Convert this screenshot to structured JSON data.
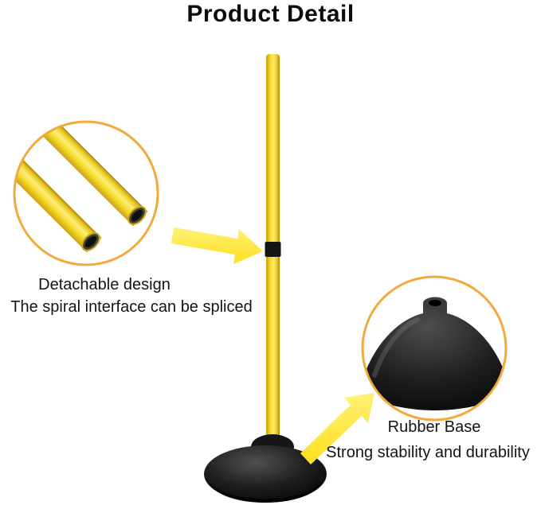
{
  "page": {
    "title": "Product Detail"
  },
  "callouts": {
    "detachable": {
      "line1": "Detachable design",
      "line2": "The spiral interface can be spliced"
    },
    "rubber_base": {
      "line1": "Rubber Base",
      "line2": "Strong stability and durability"
    }
  },
  "colors": {
    "pole_yellow": "#f6d928",
    "pole_shadow": "#a98a0c",
    "connector_black": "#141414",
    "base_black": "#111111",
    "circle_border": "#f2a93e",
    "arrow_yellow": "#ffe53a",
    "text": "#141414",
    "background": "#ffffff"
  }
}
